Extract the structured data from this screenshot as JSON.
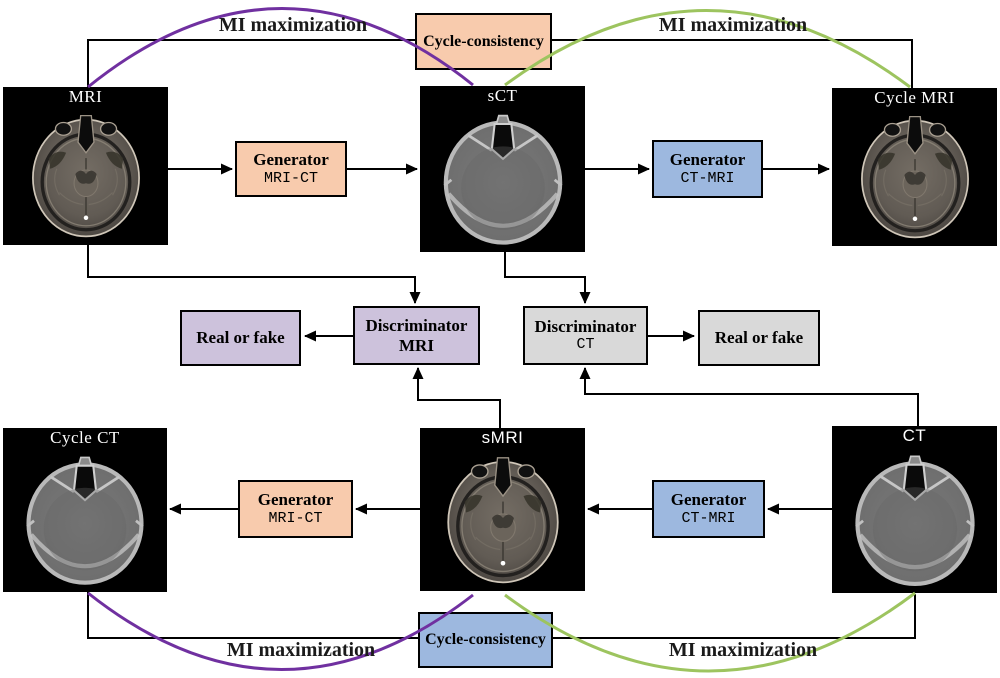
{
  "diagram": {
    "curve_labels": {
      "mi_top_left": "MI maximization",
      "mi_top_right": "MI maximization",
      "mi_bottom_left": "MI maximization",
      "mi_bottom_right": "MI maximization"
    },
    "scans": {
      "mri": "MRI",
      "sct": "sCT",
      "cycle_mri": "Cycle MRI",
      "cycle_ct": "Cycle CT",
      "smri": "sMRI",
      "ct": "CT"
    },
    "boxes": {
      "cycle_top": {
        "label": "Cycle-consistency",
        "color": "#F8CBAD"
      },
      "cycle_bottom": {
        "label": "Cycle-consistency",
        "color": "#9DB8DF"
      },
      "gen_top_left": {
        "line1": "Generator",
        "line2": "MRI-CT",
        "color": "#F8CBAD"
      },
      "gen_top_right": {
        "line1": "Generator",
        "line2": "CT-MRI",
        "color": "#9DB8DF"
      },
      "gen_bottom_left": {
        "line1": "Generator",
        "line2": "MRI-CT",
        "color": "#F8CBAD"
      },
      "gen_bottom_right": {
        "line1": "Generator",
        "line2": "CT-MRI",
        "color": "#9DB8DF"
      },
      "disc_mri": {
        "line1": "Discriminator",
        "line2": "MRI",
        "color": "#CDC2DC"
      },
      "disc_ct": {
        "line1": "Discriminator",
        "line2": "CT",
        "color": "#D9D9D9"
      },
      "real_fake_left": {
        "label": "Real or fake",
        "color": "#CDC2DC"
      },
      "real_fake_right": {
        "label": "Real or fake",
        "color": "#D9D9D9"
      }
    },
    "line_colors": {
      "purple": "#7030A0",
      "green": "#9DC45F",
      "black": "#000000"
    }
  }
}
